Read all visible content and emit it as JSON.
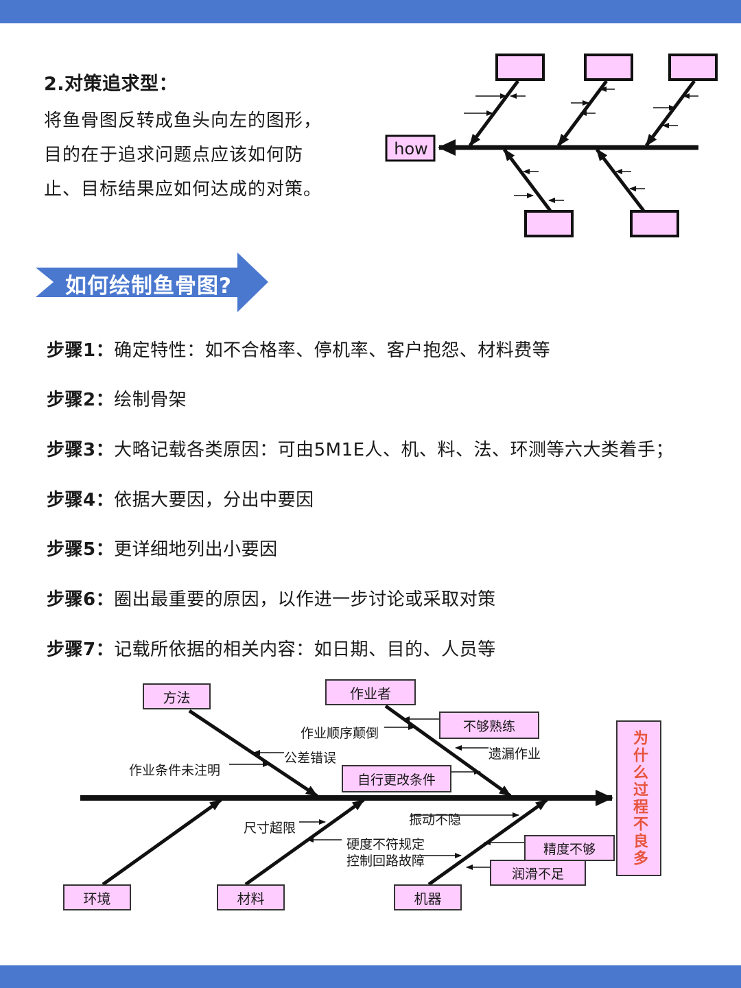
{
  "intro": {
    "title": "2.对策追求型：",
    "lines": [
      "将鱼骨图反转成鱼头向左的图形，",
      "目的在于追求问题点应该如何防",
      "止、目标结果应如何达成的对策。"
    ]
  },
  "small_diagram": {
    "head_label": "how"
  },
  "banner": {
    "title": "如何绘制鱼骨图?"
  },
  "steps": [
    {
      "label": "步骤1：",
      "text": "确定特性：如不合格率、停机率、客户抱怨、材料费等"
    },
    {
      "label": "步骤2：",
      "text": "绘制骨架"
    },
    {
      "label": "步骤3：",
      "text": "大略记载各类原因：可由5M1E人、机、料、法、环测等六大类着手；"
    },
    {
      "label": "步骤4：",
      "text": "依据大要因，分出中要因"
    },
    {
      "label": "步骤5：",
      "text": "更详细地列出小要因"
    },
    {
      "label": "步骤6：",
      "text": "圈出最重要的原因，以作进一步讨论或采取对策"
    },
    {
      "label": "步骤7：",
      "text": "记载所依据的相关内容：如日期、目的、人员等"
    }
  ],
  "fishbone": {
    "head": "为什么过程不良多",
    "categories": {
      "method": "方法",
      "operator": "作业者",
      "environment": "环境",
      "material": "材料",
      "machine": "机器"
    },
    "causes": {
      "order_reversed": "作业顺序颠倒",
      "tolerance_error": "公差错误",
      "condition_not_noted": "作业条件未注明",
      "not_skilled": "不够熟练",
      "missed_operation": "遗漏作业",
      "changed_conditions": "自行更改条件",
      "size_exceeded": "尺寸超限",
      "hardness": "硬度不符规定",
      "control_fault": "控制回路故障",
      "vibration": "振动不隐",
      "precision": "精度不够",
      "lubrication": "润滑不足"
    }
  },
  "colors": {
    "bar": "#4a78cf",
    "box_fill": "#ffccff",
    "head_text": "#e6543d"
  }
}
